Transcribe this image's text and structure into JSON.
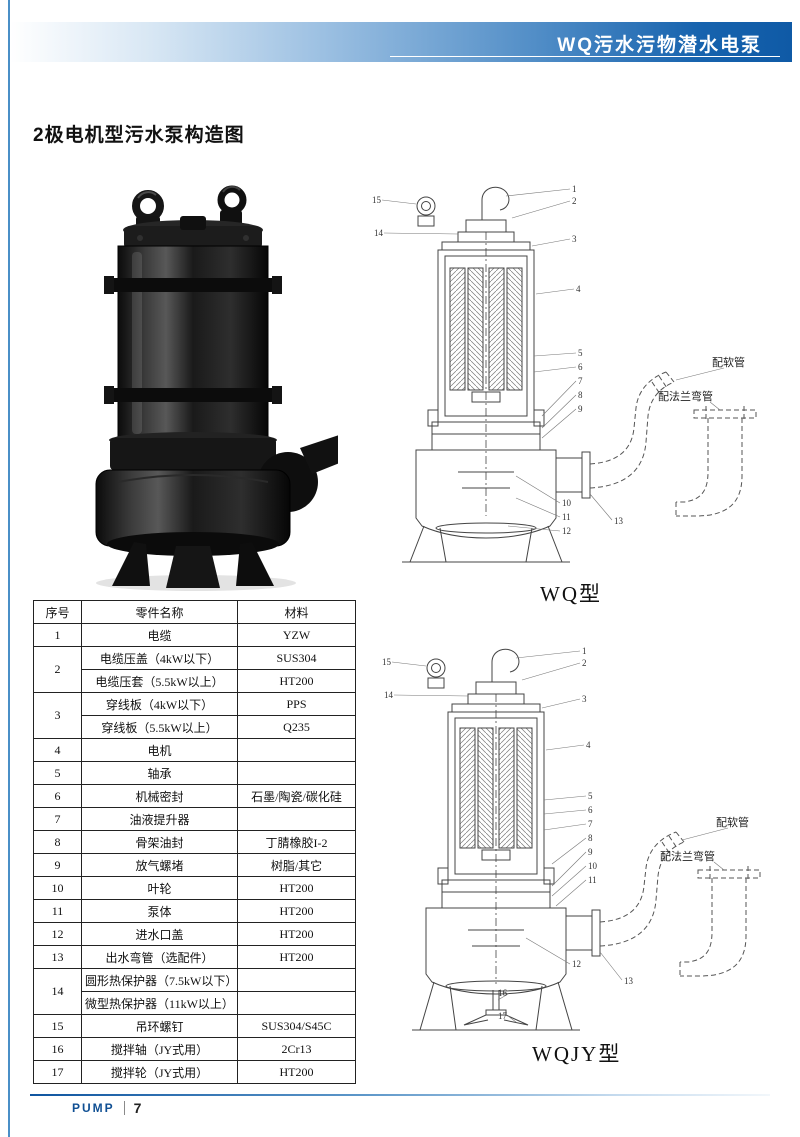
{
  "header": {
    "title": "WQ污水污物潜水电泵"
  },
  "section_title": "2极电机型污水泵构造图",
  "diagram_wq": {
    "caption": "WQ型",
    "label_hose": "配软管",
    "label_flange": "配法兰弯管",
    "callouts": [
      "15",
      "14",
      "1",
      "2",
      "3",
      "4",
      "5",
      "6",
      "7",
      "8",
      "9",
      "10",
      "11",
      "12",
      "13"
    ]
  },
  "diagram_wqjy": {
    "caption": "WQJY型",
    "label_hose": "配软管",
    "label_flange": "配法兰弯管",
    "callouts": [
      "15",
      "14",
      "1",
      "2",
      "3",
      "4",
      "5",
      "6",
      "7",
      "8",
      "9",
      "10",
      "11",
      "12",
      "13",
      "16",
      "17"
    ]
  },
  "table": {
    "headers": [
      "序号",
      "零件名称",
      "材料"
    ],
    "rows": [
      {
        "no": "1",
        "name": "电缆",
        "mat": "YZW"
      },
      {
        "no": "2",
        "name": "电缆压盖（4kW以下）",
        "mat": "SUS304"
      },
      {
        "name": "电缆压套（5.5kW以上）",
        "mat": "HT200"
      },
      {
        "no": "3",
        "name": "穿线板（4kW以下）",
        "mat": "PPS"
      },
      {
        "name": "穿线板（5.5kW以上）",
        "mat": "Q235"
      },
      {
        "no": "4",
        "name": "电机",
        "mat": ""
      },
      {
        "no": "5",
        "name": "轴承",
        "mat": ""
      },
      {
        "no": "6",
        "name": "机械密封",
        "mat": "石墨/陶瓷/碳化硅"
      },
      {
        "no": "7",
        "name": "油液提升器",
        "mat": ""
      },
      {
        "no": "8",
        "name": "骨架油封",
        "mat": "丁腈橡胶I-2"
      },
      {
        "no": "9",
        "name": "放气螺堵",
        "mat": "树脂/其它"
      },
      {
        "no": "10",
        "name": "叶轮",
        "mat": "HT200"
      },
      {
        "no": "11",
        "name": "泵体",
        "mat": "HT200"
      },
      {
        "no": "12",
        "name": "进水口盖",
        "mat": "HT200"
      },
      {
        "no": "13",
        "name": "出水弯管（选配件）",
        "mat": "HT200"
      },
      {
        "no": "14",
        "name": "圆形热保护器（7.5kW以下）",
        "mat": ""
      },
      {
        "name": "微型热保护器（11kW以上）",
        "mat": ""
      },
      {
        "no": "15",
        "name": "吊环螺钉",
        "mat": "SUS304/S45C"
      },
      {
        "no": "16",
        "name": "搅拌轴（JY式用）",
        "mat": "2Cr13"
      },
      {
        "no": "17",
        "name": "搅拌轮（JY式用）",
        "mat": "HT200"
      }
    ]
  },
  "footer": {
    "brand": "PUMP",
    "page": "7"
  }
}
